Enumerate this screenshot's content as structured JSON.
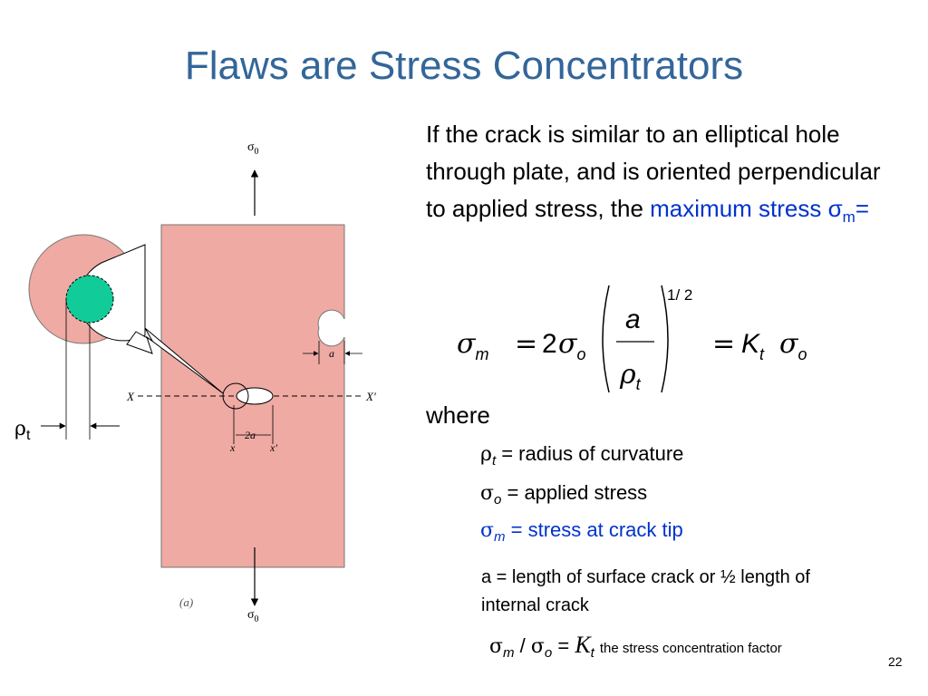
{
  "slide": {
    "title": "Flaws are Stress Concentrators",
    "page_number": "22"
  },
  "diagram": {
    "sigma_top": "σ",
    "sigma_top_sub": "0",
    "sigma_bottom": "σ",
    "sigma_bottom_sub": "0",
    "label_a": "a",
    "label_2a": "2a",
    "label_x": "x",
    "label_xprime": "x′",
    "label_X": "X",
    "label_Xprime": "X′",
    "label_rho": "ρ",
    "label_rho_sub": "t",
    "caption": "(a)",
    "colors": {
      "plate": "#eeaaa3",
      "tip": "#11cc99",
      "title": "#336699",
      "highlight": "#0033cc"
    }
  },
  "intro": {
    "text": "If the crack is similar to an elliptical hole through plate, and is oriented perpendicular to applied stress, the ",
    "highlight": "maximum stress σ",
    "highlight_sub": "m",
    "highlight_eq": "="
  },
  "formula": {
    "sigma": "σ",
    "sub_m": "m",
    "equals": "=",
    "two": "2",
    "sub_o": "o",
    "numerator": "a",
    "rho": "ρ",
    "sub_t": "t",
    "exponent": "1/ 2",
    "K": "K"
  },
  "where_label": "where",
  "definitions": [
    {
      "symbol": "ρ",
      "sub": "t",
      "text": " = radius of curvature",
      "highlight": false
    },
    {
      "symbol": "σ",
      "sub": "o",
      "text": " = applied stress",
      "highlight": false
    },
    {
      "symbol": "σ",
      "sub": "m",
      "text": " = stress at crack tip",
      "highlight": true
    }
  ],
  "note": {
    "text": "a   =   length of surface crack or ½ length of internal crack"
  },
  "ratio": {
    "sigma1": "σ",
    "sub1": "m",
    "slash": " / ",
    "sigma2": "σ",
    "sub2": "o",
    "equals": " =  ",
    "K": "K",
    "Ksub": "t",
    "desc": "the stress concentration factor"
  }
}
